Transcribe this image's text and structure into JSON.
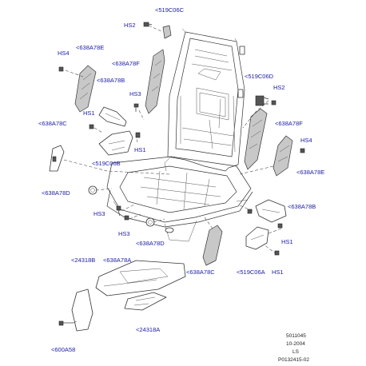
{
  "labels": {
    "l519C06C": "<519C06C",
    "lHS2a": "HS2",
    "lHS4a": "HS4",
    "l638A78Ea": "<638A78E",
    "l638A78Fa": "<638A78F",
    "l638A78Ba": "<638A78B",
    "lHS3a": "HS3",
    "lHS1a": "HS1",
    "l638A78Ca": "<638A78C",
    "l519C06B": "<519C06B",
    "lHS1b": "HS1",
    "l519C06D": "<519C06D",
    "lHS2b": "HS2",
    "l638A78Fb": "<638A78F",
    "lHS4b": "HS4",
    "l638A78Eb": "<638A78E",
    "l638A78Da": "<638A78D",
    "l638A78Bb": "<638A78B",
    "lHS3b": "HS3",
    "lHS3c": "HS3",
    "l638A78Db": "<638A78D",
    "lHS1c": "HS1",
    "l24318B": "<24318B",
    "l638A78A": "<638A78A",
    "l638A78Cb": "<638A78C",
    "l519C06A": "<519C06A",
    "lHS1d": "HS1",
    "l24318A": "<24318A",
    "l600A58": "<600A58"
  },
  "meta": {
    "code": "5011045",
    "date": "10-2004",
    "model": "LS",
    "ref": "P0132415-02"
  },
  "colors": {
    "label_text": "#1a1aa6",
    "line_art": "#333333",
    "part_fill": "#c8c8c8"
  }
}
